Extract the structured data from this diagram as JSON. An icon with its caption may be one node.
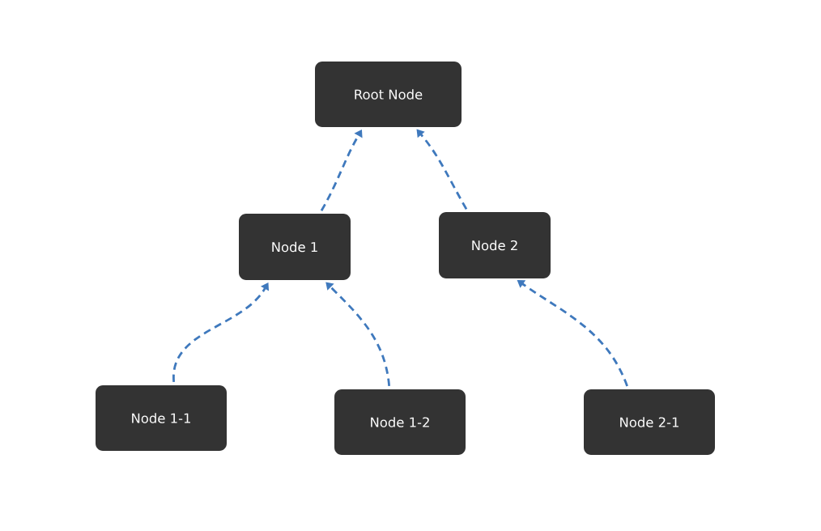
{
  "diagram": {
    "nodes": [
      {
        "text": [
          "Root Node"
        ]
      },
      {
        "text": [
          "Node 1"
        ]
      },
      {
        "text": [
          "Node 2"
        ]
      },
      {
        "text": [
          "Node 1-1"
        ]
      },
      {
        "text": [
          "Node 1-2"
        ]
      },
      {
        "text": [
          "Node 2-1"
        ]
      }
    ],
    "edges": [
      {
        "from": 1,
        "to": 0,
        "arrow": "to",
        "style": "dashed"
      },
      {
        "from": 2,
        "to": 0,
        "arrow": "to",
        "style": "dashed"
      },
      {
        "from": 3,
        "to": 1,
        "arrow": "to",
        "style": "dashed"
      },
      {
        "from": 4,
        "to": 1,
        "arrow": "to",
        "style": "dashed"
      },
      {
        "from": 5,
        "to": 2,
        "arrow": "to",
        "style": "dashed"
      }
    ]
  }
}
